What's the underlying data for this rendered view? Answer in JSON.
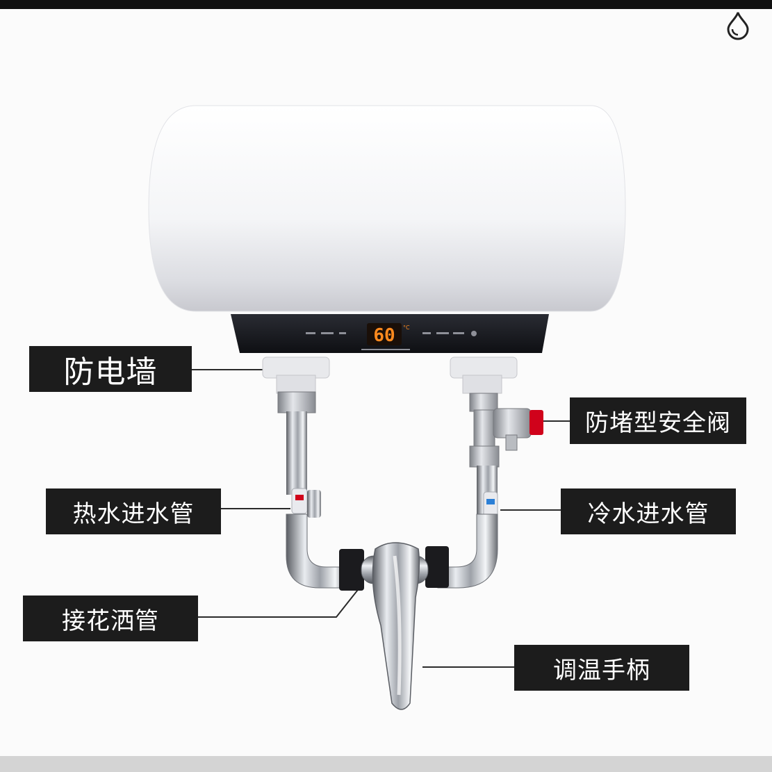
{
  "heater": {
    "display_temp": "60",
    "unit": "°C"
  },
  "labels": {
    "wall": "防电墙",
    "valve": "防堵型安全阀",
    "hot_pipe": "热水进水管",
    "cold_pipe": "冷水进水管",
    "shower_pipe": "接花洒管",
    "handle": "调温手柄"
  },
  "colors": {
    "label_bg": "#1c1c1c",
    "display_digits": "#ff8a1e",
    "valve_red": "#d0021b"
  },
  "icons": [
    "water-drop-icon"
  ]
}
